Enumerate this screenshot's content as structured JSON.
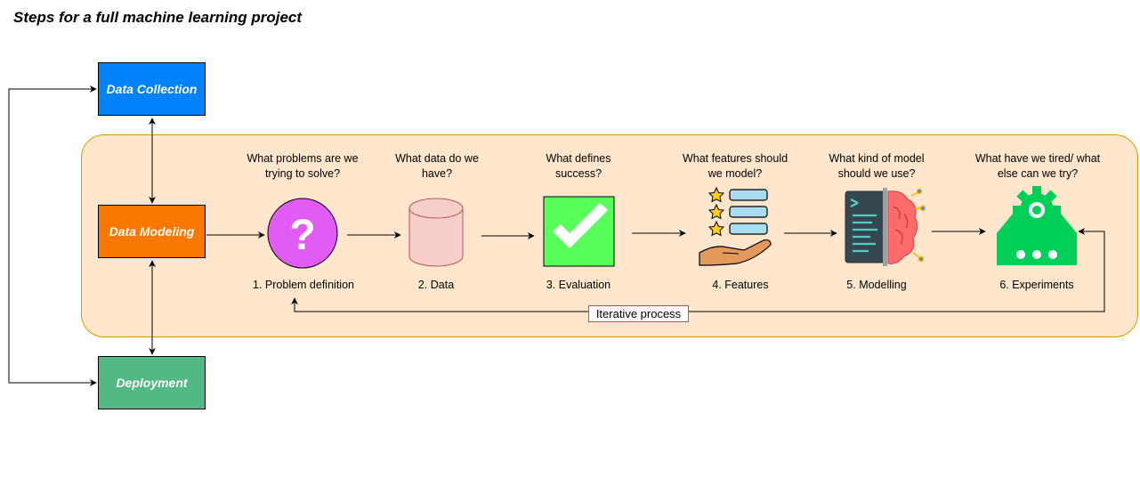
{
  "title": "Steps for a full machine learning project",
  "blocks": {
    "data_collection": "Data Collection",
    "data_modeling": "Data Modeling",
    "deployment": "Deployment"
  },
  "steps": [
    {
      "question": "What problems are we trying to solve?",
      "label": "1. Problem definition",
      "icon": "question-mark-icon"
    },
    {
      "question": "What data do we have?",
      "label": "2. Data",
      "icon": "database-cylinder-icon"
    },
    {
      "question": "What defines success?",
      "label": "3. Evaluation",
      "icon": "checkmark-icon"
    },
    {
      "question": "What features should we model?",
      "label": "4. Features",
      "icon": "hand-star-list-icon"
    },
    {
      "question": "What kind of model should we use?",
      "label": "5. Modelling",
      "icon": "code-brain-icon"
    },
    {
      "question": "What have we tired/ what else can we try?",
      "label": "6. Experiments",
      "icon": "gear-tray-icon"
    }
  ],
  "loop_label": "Iterative process",
  "colors": {
    "data_collection": "#0082fa",
    "data_modeling": "#fa7800",
    "deployment": "#52b884",
    "panel_fill": "#ffe6cc",
    "panel_border": "#d79b00",
    "question": "#e05cf5",
    "check": "#59ff59",
    "gear": "#00d05a"
  }
}
